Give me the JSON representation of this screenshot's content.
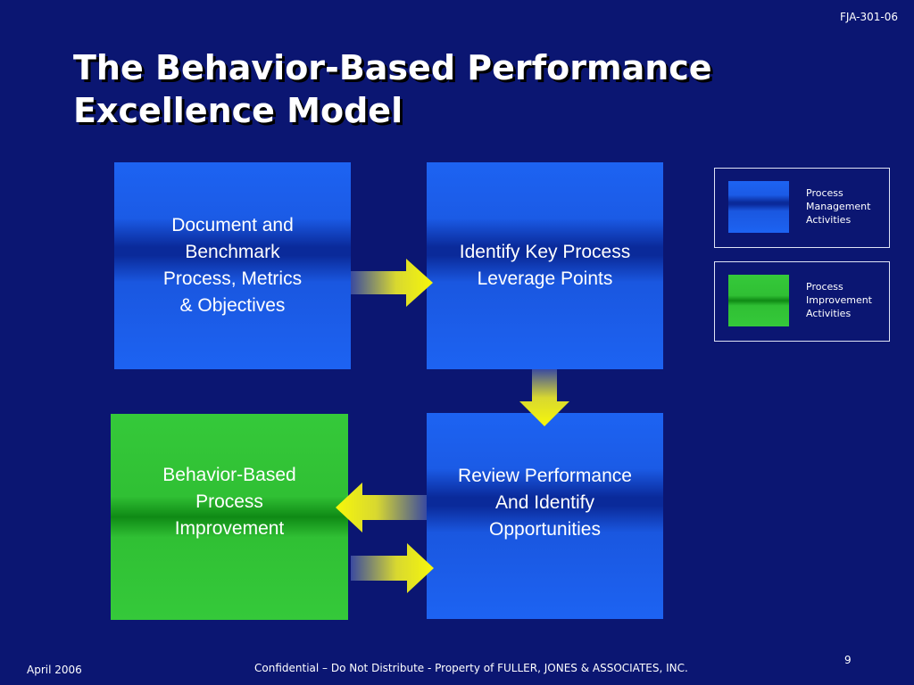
{
  "header": {
    "doc_code": "FJA-301-06"
  },
  "title": {
    "line1": "The Behavior-Based Performance",
    "line2": "Excellence Model"
  },
  "boxes": {
    "document": "Document and\nBenchmark\nProcess, Metrics\n& Objectives",
    "identify": "Identify Key Process\nLeverage Points",
    "behavior": "Behavior-Based\nProcess\nImprovement",
    "review": "Review Performance\nAnd Identify\nOpportunities"
  },
  "legend": {
    "management": "Process\nManagement\nActivities",
    "improvement": "Process\nImprovement\nActivities"
  },
  "footer": {
    "date": "April 2006",
    "confidential": "Confidential – Do Not Distribute - Property of  FULLER, JONES & ASSOCIATES, INC.",
    "page_number": "9"
  },
  "colors": {
    "background": "#0b1672",
    "management_blue": "#1d63f2",
    "improvement_green": "#35c93a",
    "arrow_yellow": "#f2f20a"
  },
  "icons": [
    "arrow-right-icon",
    "arrow-down-icon",
    "arrow-left-icon"
  ]
}
